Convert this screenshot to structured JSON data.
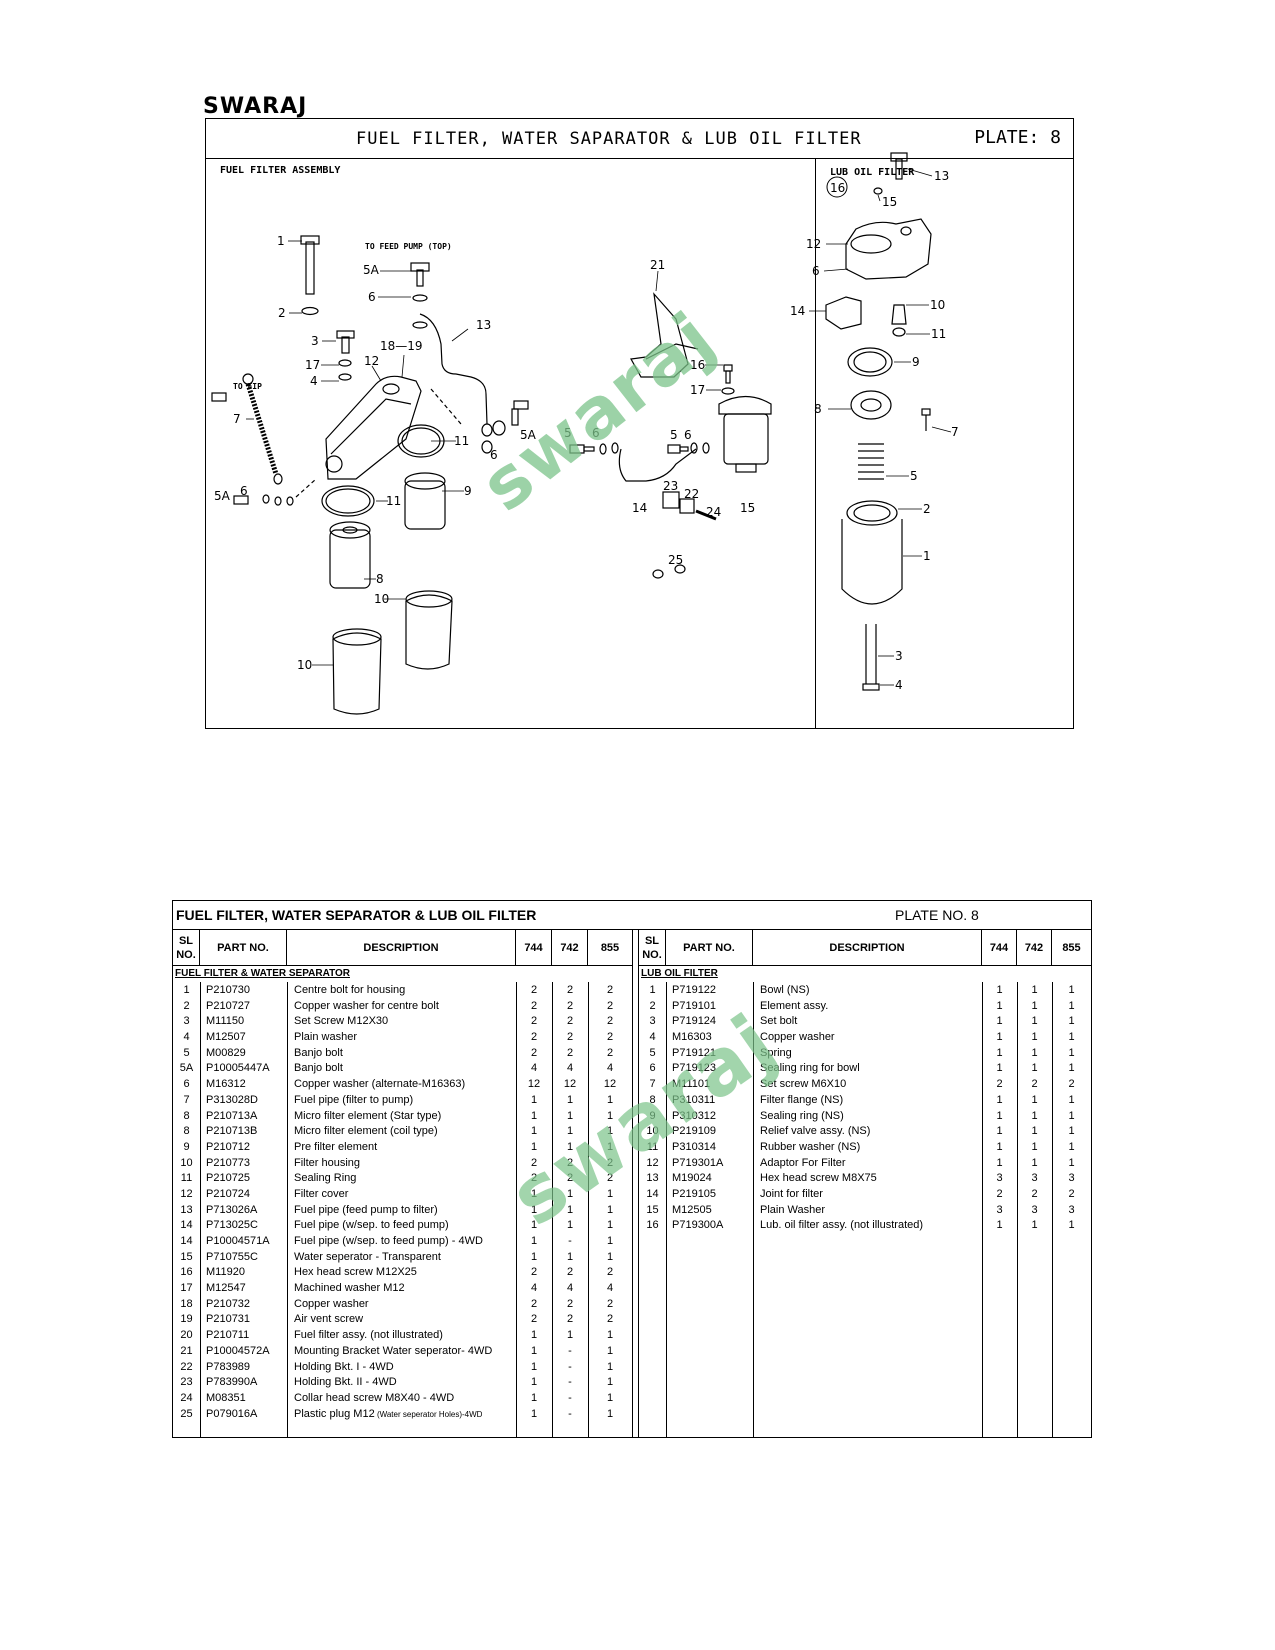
{
  "brand": "SWARAJ",
  "plate": {
    "title": "FUEL FILTER, WATER SAPARATOR & LUB OIL FILTER",
    "plate_label": "PLATE: 8",
    "left_section": "FUEL FILTER ASSEMBLY",
    "right_section": "LUB OIL FILTER",
    "right_badge": "16",
    "note_feed": "TO FEED PUMP (TOP)",
    "note_fip": "TO FIP",
    "watermark": "swaraj"
  },
  "table": {
    "title": "FUEL FILTER, WATER SEPARATOR & LUB OIL FILTER",
    "plate_no": "PLATE NO.  8",
    "headers": {
      "sl": "SL NO.",
      "part": "PART NO.",
      "desc": "DESCRIPTION",
      "m1": "744",
      "m2": "742",
      "m3": "855"
    },
    "left_group": "FUEL FILTER & WATER SEPARATOR",
    "right_group": "LUB OIL FILTER",
    "left_rows": [
      {
        "sl": "1",
        "part": "P210730",
        "desc": "Centre bolt for housing",
        "a": "2",
        "b": "2",
        "c": "2"
      },
      {
        "sl": "2",
        "part": "P210727",
        "desc": "Copper washer for centre bolt",
        "a": "2",
        "b": "2",
        "c": "2"
      },
      {
        "sl": "3",
        "part": "M11150",
        "desc": "Set Screw M12X30",
        "a": "2",
        "b": "2",
        "c": "2"
      },
      {
        "sl": "4",
        "part": "M12507",
        "desc": "Plain washer",
        "a": "2",
        "b": "2",
        "c": "2"
      },
      {
        "sl": "5",
        "part": "M00829",
        "desc": "Banjo bolt",
        "a": "2",
        "b": "2",
        "c": "2"
      },
      {
        "sl": "5A",
        "part": "P10005447A",
        "desc": "Banjo bolt",
        "a": "4",
        "b": "4",
        "c": "4"
      },
      {
        "sl": "6",
        "part": "M16312",
        "desc": "Copper washer (alternate-M16363)",
        "a": "12",
        "b": "12",
        "c": "12"
      },
      {
        "sl": "7",
        "part": "P313028D",
        "desc": "Fuel pipe (filter to pump)",
        "a": "1",
        "b": "1",
        "c": "1"
      },
      {
        "sl": "8",
        "part": "P210713A",
        "desc": "Micro filter element (Star type)",
        "a": "1",
        "b": "1",
        "c": "1"
      },
      {
        "sl": "8",
        "part": "P210713B",
        "desc": "Micro filter element (coil type)",
        "a": "1",
        "b": "1",
        "c": "1"
      },
      {
        "sl": "9",
        "part": "P210712",
        "desc": "Pre filter element",
        "a": "1",
        "b": "1",
        "c": "1"
      },
      {
        "sl": "10",
        "part": "P210773",
        "desc": "Filter housing",
        "a": "2",
        "b": "2",
        "c": "2"
      },
      {
        "sl": "11",
        "part": "P210725",
        "desc": "Sealing Ring",
        "a": "2",
        "b": "2",
        "c": "2"
      },
      {
        "sl": "12",
        "part": "P210724",
        "desc": "Filter cover",
        "a": "1",
        "b": "1",
        "c": "1"
      },
      {
        "sl": "13",
        "part": "P713026A",
        "desc": "Fuel pipe (feed pump to filter)",
        "a": "1",
        "b": "1",
        "c": "1"
      },
      {
        "sl": "14",
        "part": "P713025C",
        "desc": "Fuel pipe (w/sep. to feed pump)",
        "a": "1",
        "b": "1",
        "c": "1"
      },
      {
        "sl": "14",
        "part": "P10004571A",
        "desc": "Fuel pipe (w/sep. to feed pump) - 4WD",
        "a": "1",
        "b": "-",
        "c": "1"
      },
      {
        "sl": "15",
        "part": "P710755C",
        "desc": "Water seperator - Transparent",
        "a": "1",
        "b": "1",
        "c": "1"
      },
      {
        "sl": "16",
        "part": "M11920",
        "desc": "Hex head screw M12X25",
        "a": "2",
        "b": "2",
        "c": "2"
      },
      {
        "sl": "17",
        "part": "M12547",
        "desc": "Machined washer M12",
        "a": "4",
        "b": "4",
        "c": "4"
      },
      {
        "sl": "18",
        "part": "P210732",
        "desc": "Copper washer",
        "a": "2",
        "b": "2",
        "c": "2"
      },
      {
        "sl": "19",
        "part": "P210731",
        "desc": "Air vent screw",
        "a": "2",
        "b": "2",
        "c": "2"
      },
      {
        "sl": "20",
        "part": "P210711",
        "desc": "Fuel filter assy. (not illustrated)",
        "a": "1",
        "b": "1",
        "c": "1"
      },
      {
        "sl": "21",
        "part": "P10004572A",
        "desc": "Mounting Bracket Water seperator- 4WD",
        "a": "1",
        "b": "-",
        "c": "1"
      },
      {
        "sl": "22",
        "part": "P783989",
        "desc": "Holding Bkt. I - 4WD",
        "a": "1",
        "b": "-",
        "c": "1"
      },
      {
        "sl": "23",
        "part": "P783990A",
        "desc": "Holding Bkt. II - 4WD",
        "a": "1",
        "b": "-",
        "c": "1"
      },
      {
        "sl": "24",
        "part": "M08351",
        "desc": "Collar head screw M8X40 - 4WD",
        "a": "1",
        "b": "-",
        "c": "1"
      },
      {
        "sl": "25",
        "part": "P079016A",
        "desc": "Plastic plug M12",
        "desc_small": "(Water seperator Holes)-4WD",
        "a": "1",
        "b": "-",
        "c": "1"
      }
    ],
    "right_rows": [
      {
        "sl": "1",
        "part": "P719122",
        "desc": "Bowl (NS)",
        "a": "1",
        "b": "1",
        "c": "1"
      },
      {
        "sl": "2",
        "part": "P719101",
        "desc": "Element assy.",
        "a": "1",
        "b": "1",
        "c": "1"
      },
      {
        "sl": "3",
        "part": "P719124",
        "desc": "Set bolt",
        "a": "1",
        "b": "1",
        "c": "1"
      },
      {
        "sl": "4",
        "part": "M16303",
        "desc": "Copper washer",
        "a": "1",
        "b": "1",
        "c": "1"
      },
      {
        "sl": "5",
        "part": "P719121",
        "desc": "Spring",
        "a": "1",
        "b": "1",
        "c": "1"
      },
      {
        "sl": "6",
        "part": "P719123",
        "desc": "Sealing ring for bowl",
        "a": "1",
        "b": "1",
        "c": "1"
      },
      {
        "sl": "7",
        "part": "M11101",
        "desc": "Set screw M6X10",
        "a": "2",
        "b": "2",
        "c": "2"
      },
      {
        "sl": "8",
        "part": "P310311",
        "desc": "Filter flange (NS)",
        "a": "1",
        "b": "1",
        "c": "1"
      },
      {
        "sl": "9",
        "part": "P310312",
        "desc": "Sealing ring (NS)",
        "a": "1",
        "b": "1",
        "c": "1"
      },
      {
        "sl": "10",
        "part": "P219109",
        "desc": "Relief valve assy. (NS)",
        "a": "1",
        "b": "1",
        "c": "1"
      },
      {
        "sl": "11",
        "part": "P310314",
        "desc": "Rubber washer (NS)",
        "a": "1",
        "b": "1",
        "c": "1"
      },
      {
        "sl": "12",
        "part": "P719301A",
        "desc": "Adaptor For Filter",
        "a": "1",
        "b": "1",
        "c": "1"
      },
      {
        "sl": "13",
        "part": "M19024",
        "desc": "Hex head screw M8X75",
        "a": "3",
        "b": "3",
        "c": "3"
      },
      {
        "sl": "14",
        "part": "P219105",
        "desc": "Joint for filter",
        "a": "2",
        "b": "2",
        "c": "2"
      },
      {
        "sl": "15",
        "part": "M12505",
        "desc": "Plain Washer",
        "a": "3",
        "b": "3",
        "c": "3"
      },
      {
        "sl": "16",
        "part": "P719300A",
        "desc": "Lub. oil filter assy. (not illustrated)",
        "a": "1",
        "b": "1",
        "c": "1"
      }
    ]
  }
}
